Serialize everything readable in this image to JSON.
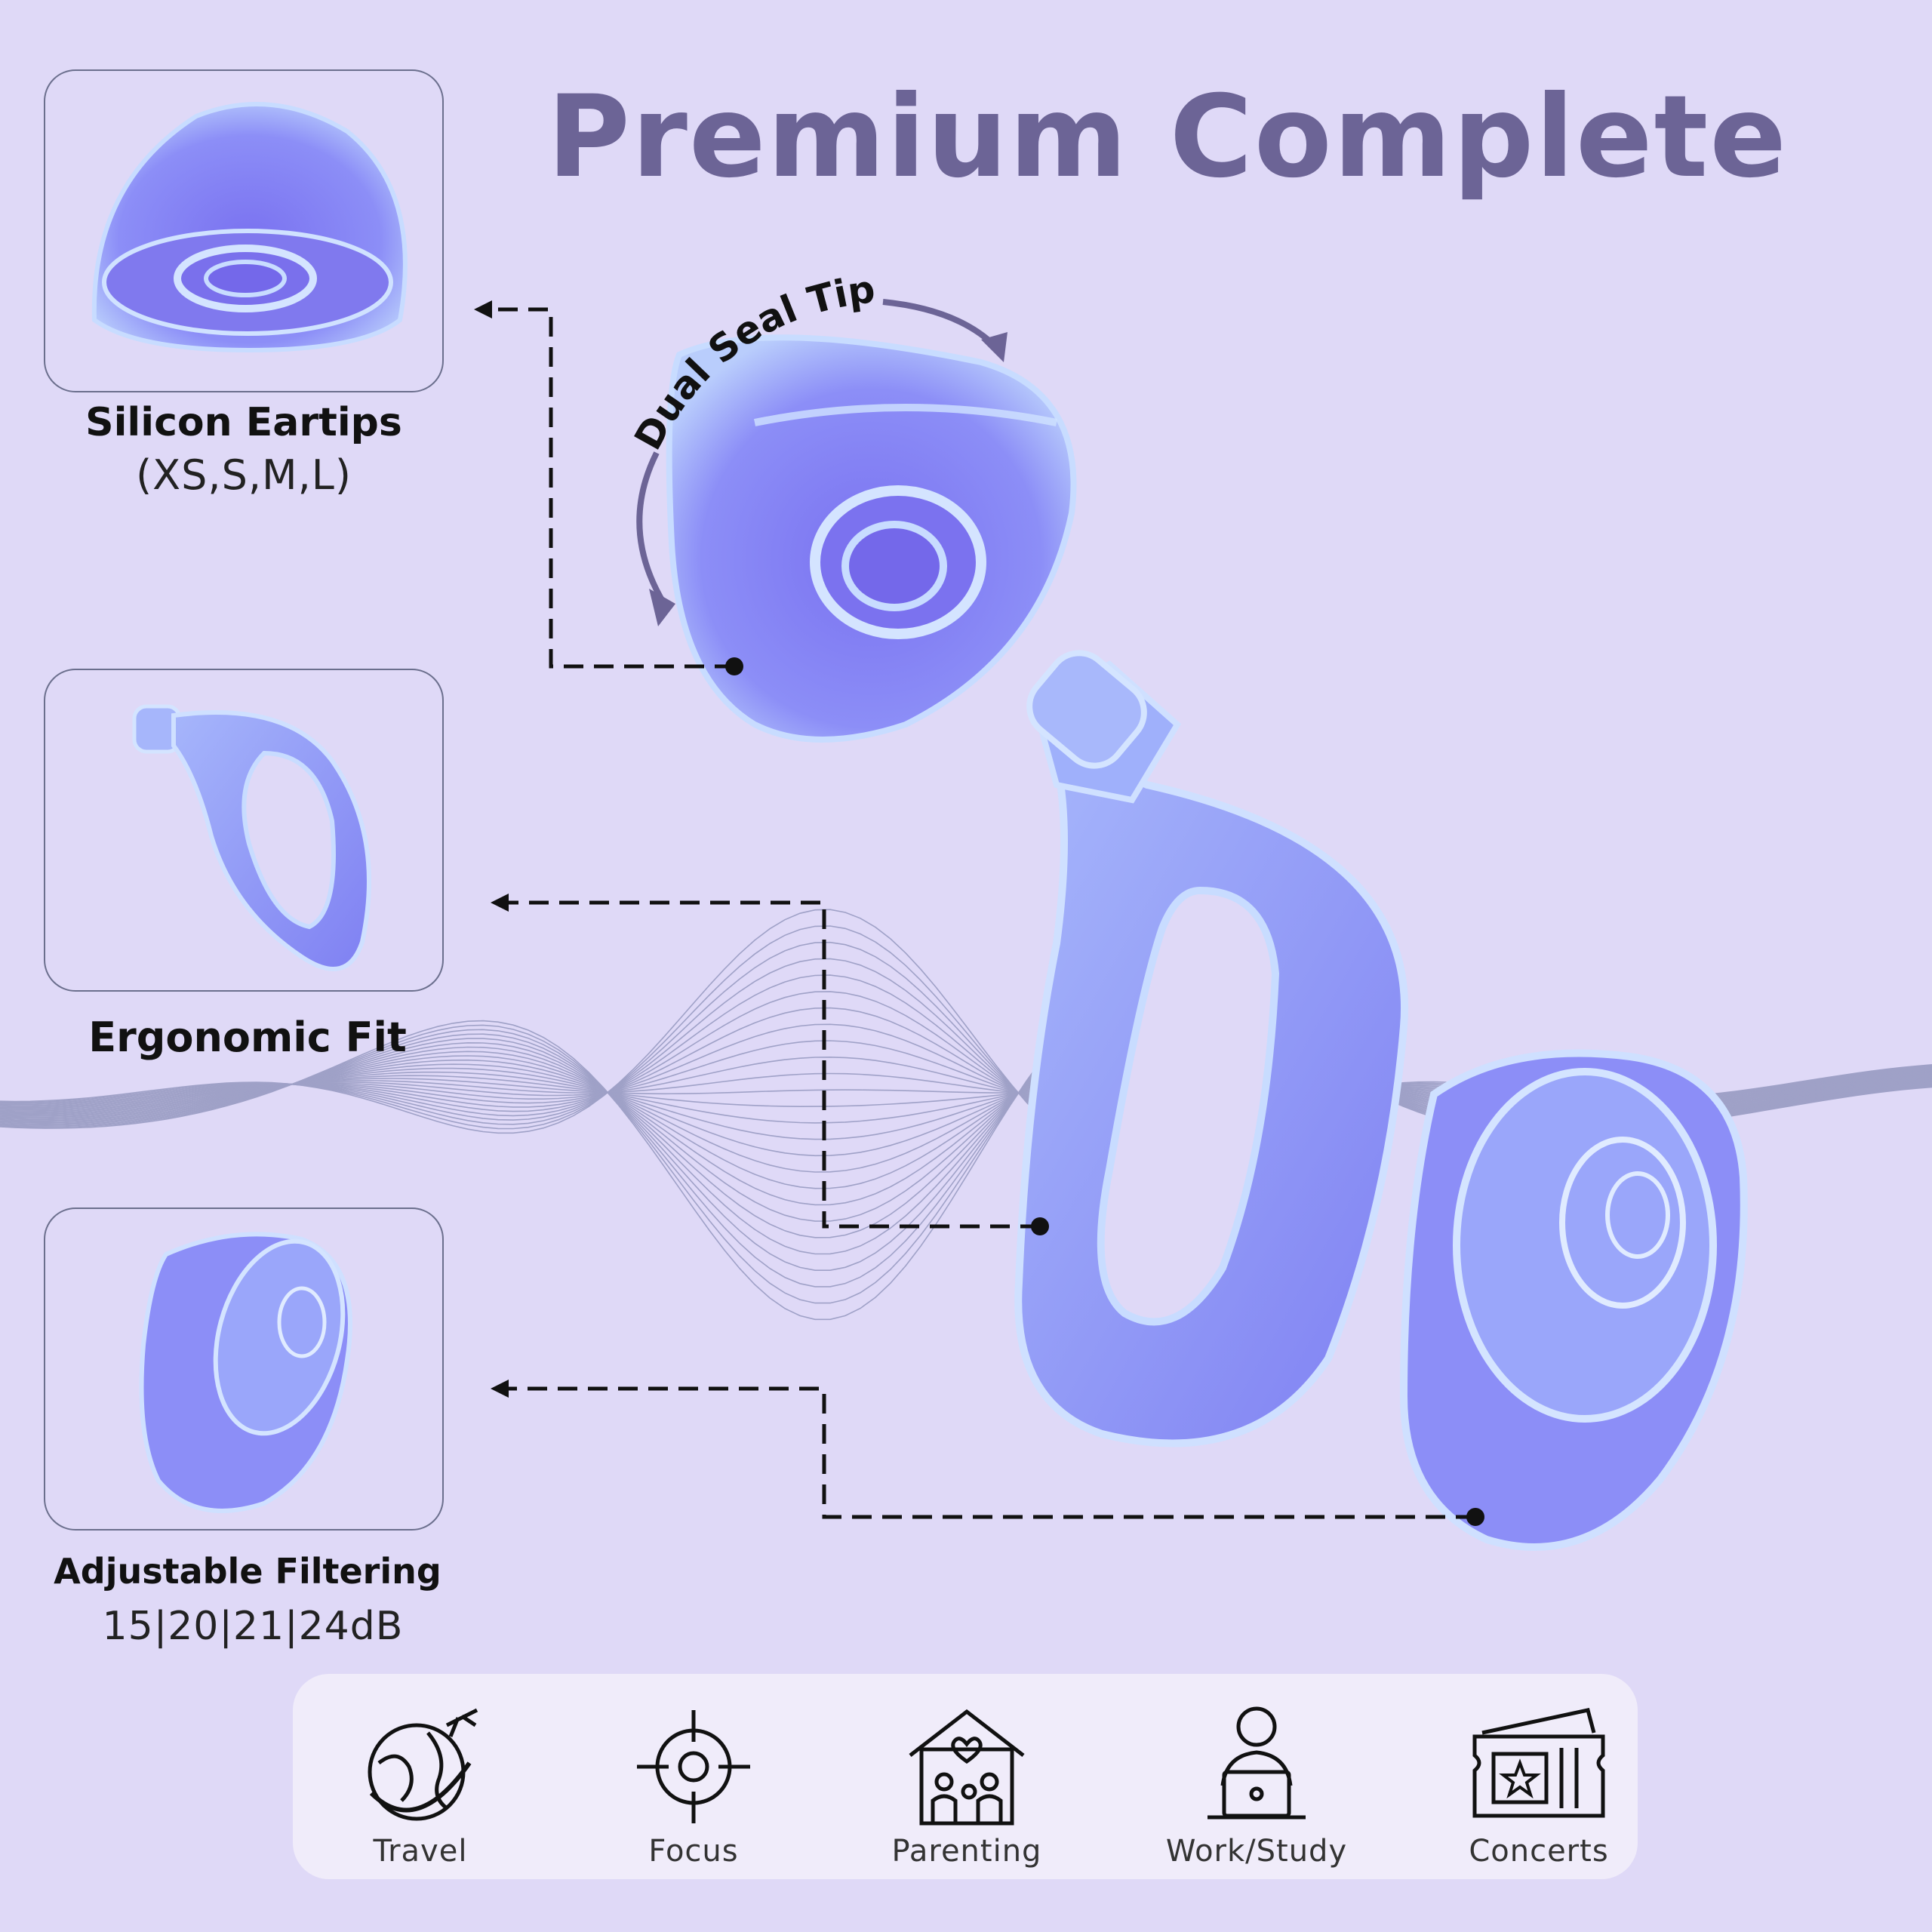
{
  "title": "Premium Complete",
  "features": [
    {
      "name": "Silicon Eartips",
      "detail": "(XS,S,M,L)"
    },
    {
      "name": "Ergonomic Fit",
      "detail": ""
    },
    {
      "name": "Adjustable Filtering",
      "detail": "15|20|21|24dB"
    }
  ],
  "callout": "Dual Seal Tip",
  "use_cases": [
    {
      "label": "Travel",
      "icon": "globe-airplane-icon"
    },
    {
      "label": "Focus",
      "icon": "target-icon"
    },
    {
      "label": "Parenting",
      "icon": "family-house-icon"
    },
    {
      "label": "Work/Study",
      "icon": "person-laptop-icon"
    },
    {
      "label": "Concerts",
      "icon": "ticket-icon"
    }
  ],
  "colors": {
    "background": "#dfd9f7",
    "title": "#6c6496",
    "product": "#8a8cf5",
    "product_edge": "#c9dcff",
    "usage_bar": "#f0ecfa"
  }
}
